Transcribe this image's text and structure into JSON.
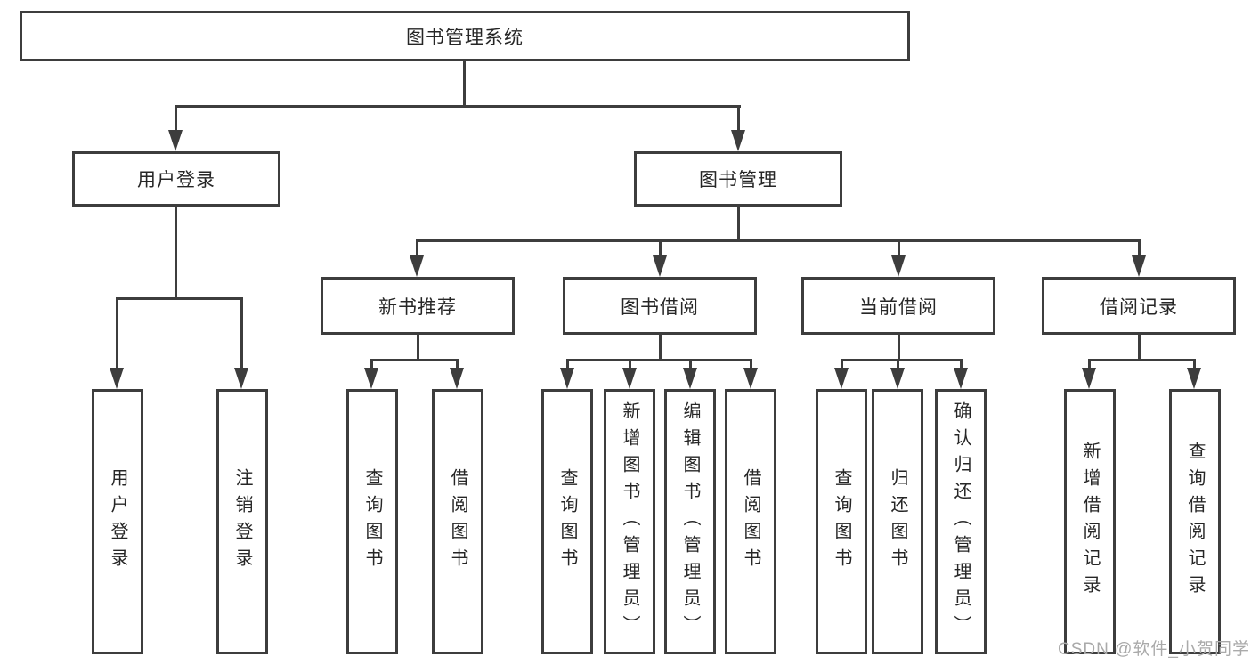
{
  "diagram_title": "图书管理系统",
  "tree": {
    "root": {
      "label": "图书管理系统"
    },
    "branches": [
      {
        "label": "用户登录",
        "children": [
          {
            "label": "用户登录"
          },
          {
            "label": "注销登录"
          }
        ]
      },
      {
        "label": "图书管理",
        "children": [
          {
            "label": "新书推荐",
            "children": [
              {
                "label": "查询图书"
              },
              {
                "label": "借阅图书"
              }
            ]
          },
          {
            "label": "图书借阅",
            "children": [
              {
                "label": "查询图书"
              },
              {
                "label": "新增图书（管理员）"
              },
              {
                "label": "编辑图书（管理员）"
              },
              {
                "label": "借阅图书"
              }
            ]
          },
          {
            "label": "当前借阅",
            "children": [
              {
                "label": "查询图书"
              },
              {
                "label": "归还图书"
              },
              {
                "label": "确认归还（管理员）"
              }
            ]
          },
          {
            "label": "借阅记录",
            "children": [
              {
                "label": "新增借阅记录"
              },
              {
                "label": "查询借阅记录"
              }
            ]
          }
        ]
      }
    ]
  },
  "watermark": {
    "text": "CSDN @软件_小贺同学"
  },
  "colors": {
    "line": "#3d3d3d",
    "text": "#262626",
    "watermark": "#aaaaaa",
    "background": "#ffffff"
  }
}
